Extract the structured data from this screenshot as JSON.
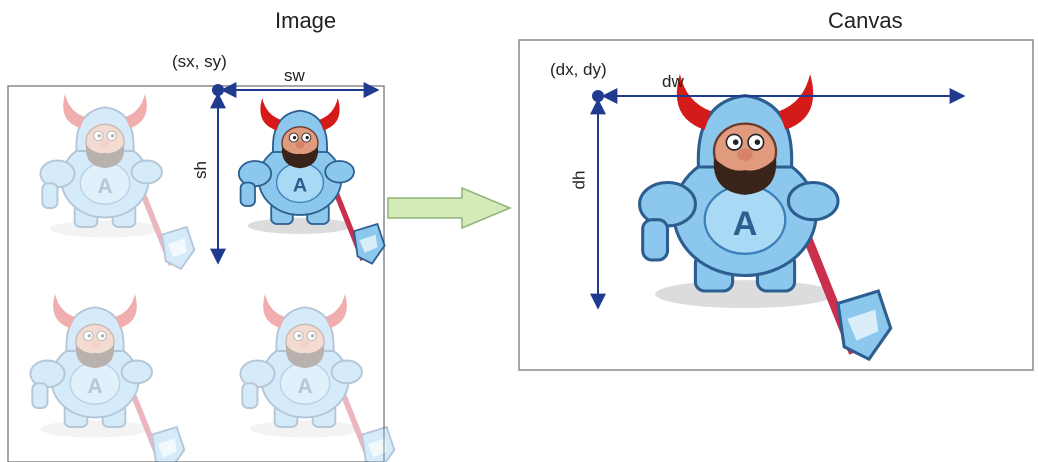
{
  "image_panel": {
    "title": "Image",
    "source_point": "(sx, sy)",
    "width_label": "sw",
    "height_label": "sh"
  },
  "canvas_panel": {
    "title": "Canvas",
    "dest_point": "(dx, dy)",
    "width_label": "dw",
    "height_label": "dh"
  },
  "colors": {
    "arrow": "#1f3b8f",
    "frame": "#8a8a8a",
    "big_arrow_fill": "#d4ebb8",
    "big_arrow_stroke": "#8fb27a",
    "knight_body": "#8cc8ee",
    "knight_dark": "#3d7fb8",
    "horn": "#d51a1a",
    "face": "#e09a7d",
    "beard": "#3a2318"
  }
}
